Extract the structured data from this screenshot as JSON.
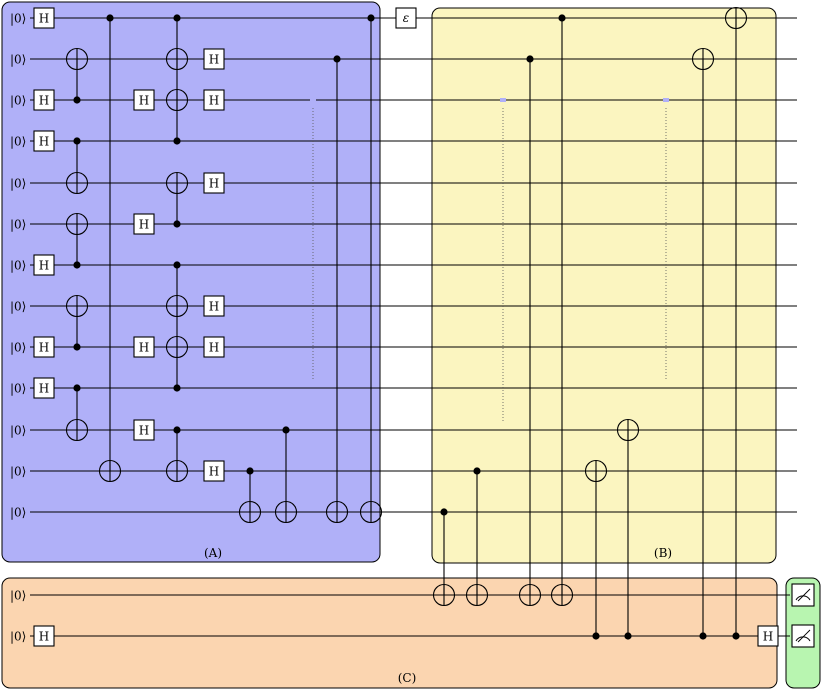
{
  "qubit_label": "|0⟩",
  "gate_label": "H",
  "error_label": "ε",
  "region_labels": {
    "A": "(A)",
    "B": "(B)",
    "C": "(C)"
  },
  "colors": {
    "regionA": "#b0b0f8",
    "regionB": "#fbf5c0",
    "regionC": "#fbd5b0",
    "measure": "#b8f5b0",
    "wire": "#000000"
  }
}
